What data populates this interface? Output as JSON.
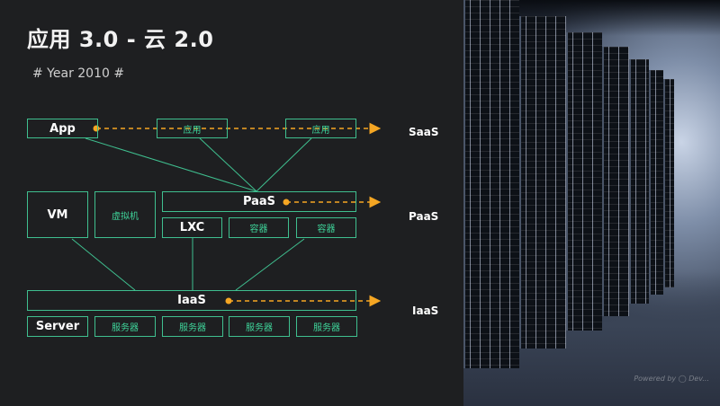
{
  "slide": {
    "title": "应用 3.0 - 云 2.0",
    "subtitle": "# Year 2010 #"
  },
  "diagram": {
    "saas_row": {
      "app": "App",
      "app1": "应用",
      "app2": "应用"
    },
    "paas_row": {
      "vm": "VM",
      "vmachine": "虚拟机",
      "paas": "PaaS",
      "lxc": "LXC",
      "container1": "容器",
      "container2": "容器"
    },
    "iaas_row": {
      "iaas": "IaaS",
      "server": "Server",
      "srv1": "服务器",
      "srv2": "服务器",
      "srv3": "服务器",
      "srv4": "服务器"
    },
    "layer_labels": {
      "saas": "SaaS",
      "paas": "PaaS",
      "iaas": "IaaS"
    },
    "colors": {
      "box_border": "#3fbf8f",
      "arrow": "#f5a623",
      "accent_text": "#3fd49a"
    }
  },
  "photo": {
    "watermark": "Powered by ◯ Dev..."
  }
}
